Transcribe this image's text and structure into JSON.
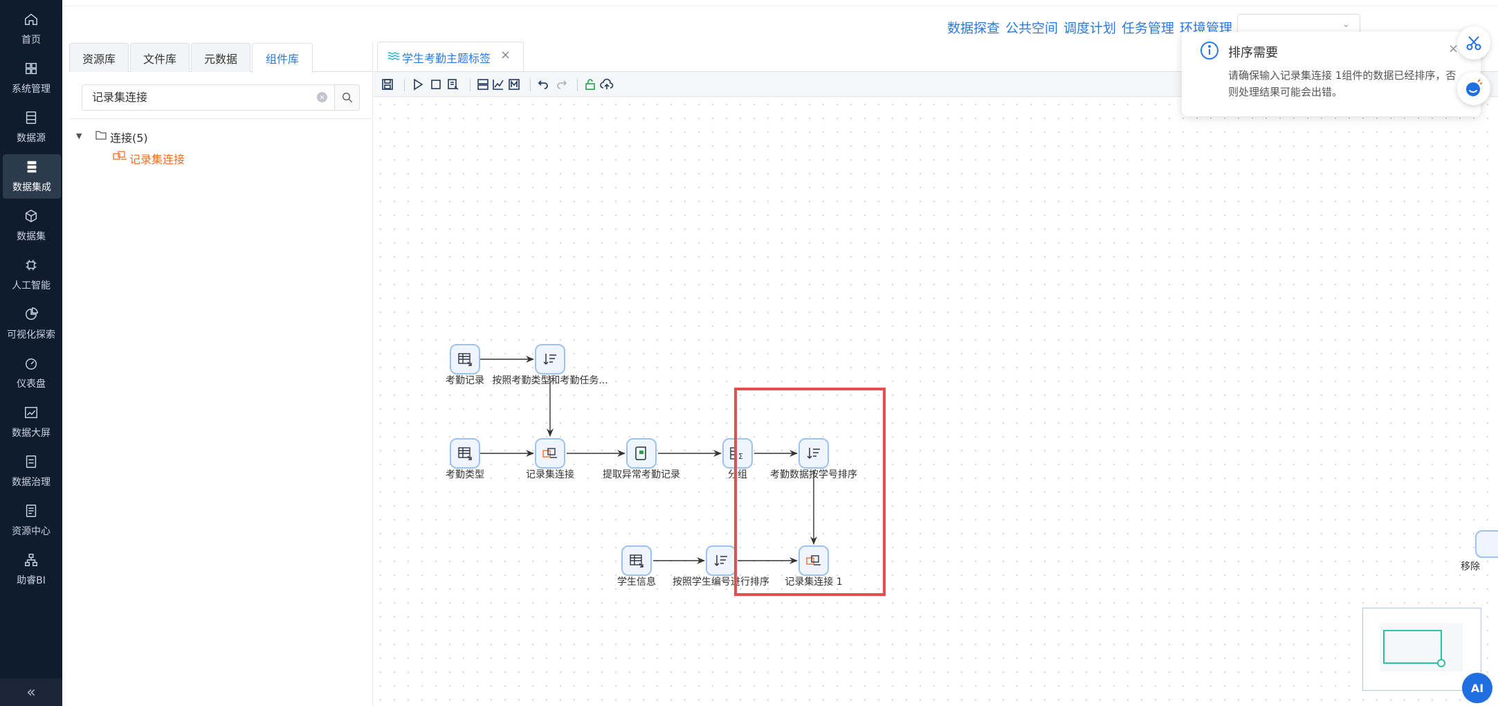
{
  "nav": {
    "items": [
      {
        "label": "首页",
        "icon": "home-icon"
      },
      {
        "label": "系统管理",
        "icon": "grid-icon"
      },
      {
        "label": "数据源",
        "icon": "database-icon"
      },
      {
        "label": "数据集成",
        "icon": "data-integration-icon",
        "active": true
      },
      {
        "label": "数据集",
        "icon": "cube-icon"
      },
      {
        "label": "人工智能",
        "icon": "ai-chip-icon"
      },
      {
        "label": "可视化探索",
        "icon": "pie-chart-icon"
      },
      {
        "label": "仪表盘",
        "icon": "gauge-icon"
      },
      {
        "label": "数据大屏",
        "icon": "line-chart-icon"
      },
      {
        "label": "数据治理",
        "icon": "governance-icon"
      },
      {
        "label": "资源中心",
        "icon": "resource-icon"
      },
      {
        "label": "助睿BI",
        "icon": "org-chart-icon"
      }
    ],
    "collapse_symbol": "«"
  },
  "topbar": {
    "links": [
      "数据探查",
      "公共空间",
      "调度计划",
      "任务管理",
      "环境管理"
    ]
  },
  "panel": {
    "tabs": [
      {
        "label": "资源库"
      },
      {
        "label": "文件库"
      },
      {
        "label": "元数据"
      },
      {
        "label": "组件库",
        "active": true
      }
    ],
    "search_value": "记录集连接",
    "clear_symbol": "×",
    "tree": {
      "root_label": "连接(5)",
      "child_label": "记录集连接"
    }
  },
  "editor": {
    "tab_label": "学生考勤主题标签",
    "tab_close": "×",
    "toolbar_icons": [
      "save-icon",
      "run-icon",
      "stop-icon",
      "preview-icon",
      "layout-icon",
      "chart-icon",
      "matrix-icon",
      "undo-icon",
      "redo-icon",
      "unlock-icon",
      "upload-cloud-icon"
    ]
  },
  "flow": {
    "nodes": [
      {
        "id": "n1",
        "label": "考勤记录",
        "icon": "table-input-icon"
      },
      {
        "id": "n2",
        "label": "按照考勤类型和考勤任务...",
        "icon": "sort-icon"
      },
      {
        "id": "n3",
        "label": "考勤类型",
        "icon": "table-input-icon"
      },
      {
        "id": "n4",
        "label": "记录集连接",
        "icon": "join-icon"
      },
      {
        "id": "n5",
        "label": "提取异常考勤记录",
        "icon": "script-icon"
      },
      {
        "id": "n6",
        "label": "分组",
        "icon": "group-sum-icon"
      },
      {
        "id": "n7",
        "label": "考勤数据按学号排序",
        "icon": "sort-icon"
      },
      {
        "id": "n8",
        "label": "学生信息",
        "icon": "table-input-icon"
      },
      {
        "id": "n9",
        "label": "按照学生编号进行排序",
        "icon": "sort-icon"
      },
      {
        "id": "n10",
        "label": "记录集连接 1",
        "icon": "join-icon"
      }
    ],
    "edge_node_label": "移除"
  },
  "notification": {
    "title": "排序需要",
    "body": "请确保输入记录集连接 1组件的数据已经排序，否则处理结果可能会出错。",
    "close": "×"
  },
  "ai_button": {
    "label": "AI"
  },
  "colors": {
    "accent": "#2a7ae2",
    "nav_bg": "#0f1c2e",
    "highlight": "#e84c4c",
    "tree_selected": "#f0702a"
  }
}
